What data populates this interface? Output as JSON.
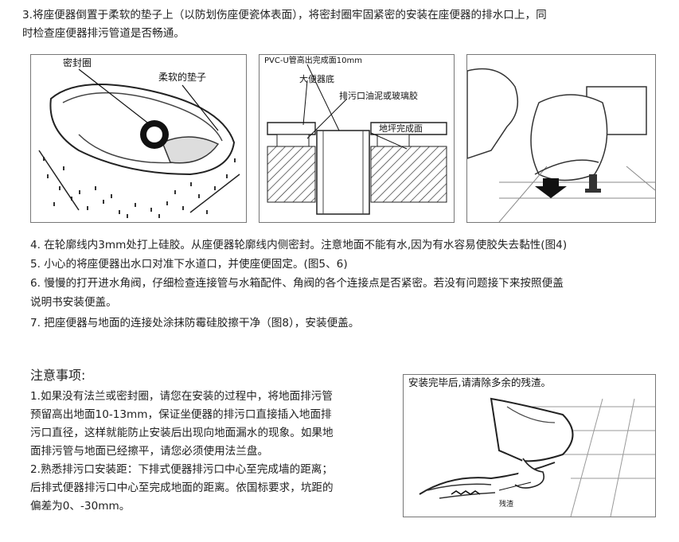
{
  "step3": {
    "line1": "3.将座便器倒置于柔软的垫子上（以防划伤座便瓷体表面），将密封圈牢固紧密的安装在座便器的排水口上，同",
    "line2": "时检查座便器排污管道是否畅通。"
  },
  "fig1": {
    "label_seal": "密封圈",
    "label_mat": "柔软的垫子"
  },
  "fig2": {
    "label_pipe": "PVC-U管高出完成面10mm",
    "label_base": "大便器底",
    "label_seal": "排污口油泥或玻璃胶",
    "label_floor": "地坪完成面"
  },
  "steps": [
    "4. 在轮廓线内3mm处打上硅胶。从座便器轮廓线内侧密封。注意地面不能有水,因为有水容易使胶失去黏性(图4)",
    "5. 小心的将座便器出水口对准下水道口，并使座便固定。(图5、6)",
    "6. 慢慢的打开进水角阀，仔细检查连接管与水箱配件、角阀的各个连接点是否紧密。若没有问题接下来按照便盖",
    "说明书安装便盖。",
    "7. 把座便器与地面的连接处涂抹防霉硅胶擦干净（图8），安装便盖。"
  ],
  "notes": {
    "title": "注意事项:",
    "lines": [
      "1.如果没有法兰或密封圈，请您在安装的过程中，将地面排污管",
      "预留高出地面10-13mm，保证坐便器的排污口直接插入地面排",
      "污口直径，这样就能防止安装后出现向地面漏水的现象。如果地",
      "面排污管与地面已经擦平，请您必须使用法兰盘。",
      "2.熟悉排污口安装距：下排式便器排污口中心至完成墙的距离；",
      "后排式便器排污口中心至完成地面的距离。依国标要求，坑距的",
      "偏差为0、-30mm。"
    ]
  },
  "fig8": {
    "caption": "安装完毕后,请清除多余的残渣。",
    "label_residue": "残渣"
  }
}
